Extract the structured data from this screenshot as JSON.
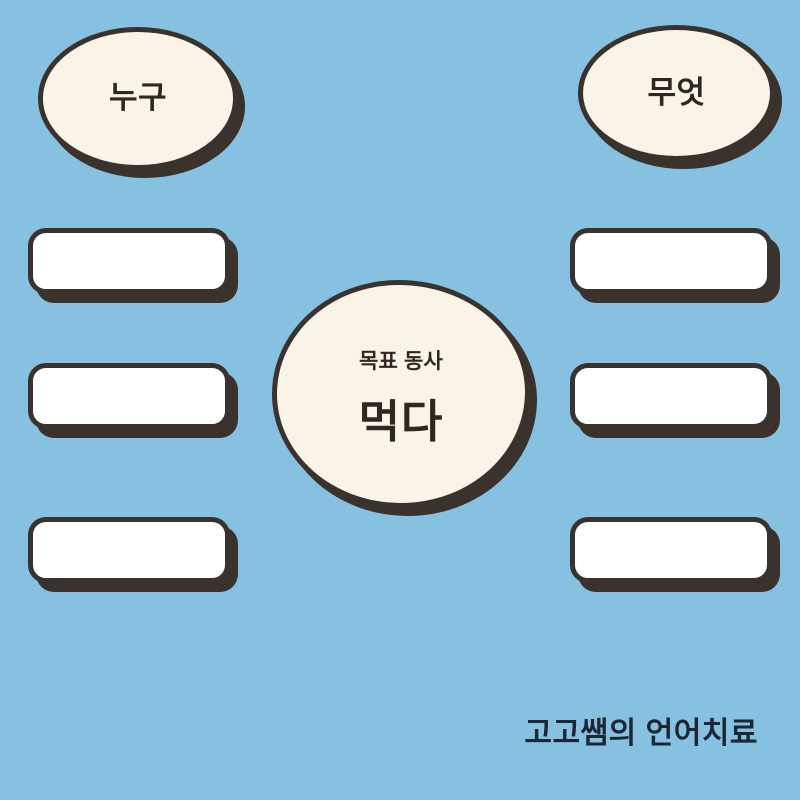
{
  "page": {
    "background_color": "#86c1e1",
    "shape_fill_color": "#faf3e8",
    "slot_fill_color": "#ffffff",
    "outline_color": "#3a322c",
    "watermark_color": "#1c2733"
  },
  "prompts": {
    "who": "누구",
    "what": "무엇"
  },
  "center": {
    "sublabel": "목표 동사",
    "mainlabel": "먹다"
  },
  "answer_slots": {
    "left": [
      {
        "value": ""
      },
      {
        "value": ""
      },
      {
        "value": ""
      }
    ],
    "right": [
      {
        "value": ""
      },
      {
        "value": ""
      },
      {
        "value": ""
      }
    ]
  },
  "watermark": {
    "text": "고고쌤의 언어치료"
  }
}
